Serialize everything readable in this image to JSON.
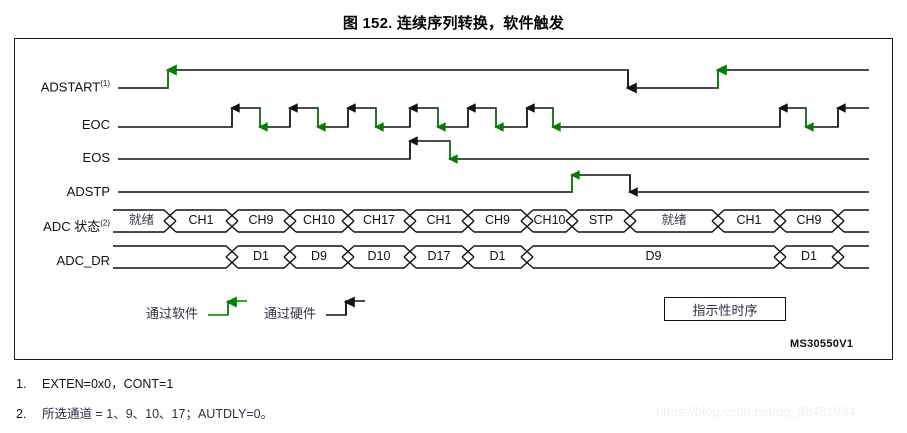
{
  "figure": {
    "title": "图 152. 连续序列转换，软件触发",
    "drawing_id": "MS30550V1",
    "indicative_box_label": "指示性时序"
  },
  "colors": {
    "software_event": "#008000",
    "hardware_event": "#000000",
    "signal_line": "#000000",
    "frame": "#1a1a1a"
  },
  "signals": [
    {
      "name": "ADSTART",
      "label": "ADSTART",
      "footnote_ref": "(1)"
    },
    {
      "name": "EOC",
      "label": "EOC",
      "footnote_ref": ""
    },
    {
      "name": "EOS",
      "label": "EOS",
      "footnote_ref": ""
    },
    {
      "name": "ADSTP",
      "label": "ADSTP",
      "footnote_ref": ""
    },
    {
      "name": "ADC_STATE",
      "label": "ADC 状态",
      "footnote_ref": "(2)"
    },
    {
      "name": "ADC_DR",
      "label": "ADC_DR",
      "footnote_ref": ""
    }
  ],
  "adc_state_cells": [
    {
      "text": "就绪",
      "cjk": true
    },
    {
      "text": "CH1",
      "cjk": false
    },
    {
      "text": "CH9",
      "cjk": false
    },
    {
      "text": "CH10",
      "cjk": false
    },
    {
      "text": "CH17",
      "cjk": false
    },
    {
      "text": "CH1",
      "cjk": false
    },
    {
      "text": "CH9",
      "cjk": false
    },
    {
      "text": "CH10",
      "cjk": false
    },
    {
      "text": "STP",
      "cjk": false
    },
    {
      "text": "就绪",
      "cjk": true
    },
    {
      "text": "CH1",
      "cjk": false
    },
    {
      "text": "CH9",
      "cjk": false
    },
    {
      "text": "",
      "cjk": false
    }
  ],
  "adc_dr_cells": [
    {
      "text": ""
    },
    {
      "text": "D1"
    },
    {
      "text": "D9"
    },
    {
      "text": "D10"
    },
    {
      "text": "D17"
    },
    {
      "text": "D1"
    },
    {
      "text": "D9"
    },
    {
      "text": "D1"
    },
    {
      "text": ""
    }
  ],
  "legend": [
    {
      "text": "通过软件",
      "color": "#008000"
    },
    {
      "text": "通过硬件",
      "color": "#000000"
    }
  ],
  "footnotes": [
    {
      "num": "1.",
      "text": "EXTEN=0x0，CONT=1",
      "cjk": false
    },
    {
      "num": "2.",
      "text": "所选通道 = 1、9、10、17；AUTDLY=0。",
      "cjk": true
    }
  ],
  "watermark": "https://blog.csdn.net/qq_36481034"
}
